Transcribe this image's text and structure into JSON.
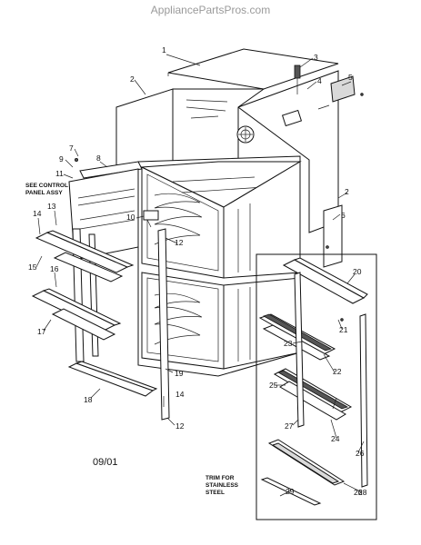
{
  "watermark": "AppliancePartsPros.com",
  "date_code": "09/01",
  "notes": {
    "control_panel": [
      "SEE CONTROL",
      "PANEL ASSY"
    ],
    "trim": [
      "TRIM FOR",
      "STAINLESS",
      "STEEL"
    ]
  },
  "callouts": [
    "1",
    "2",
    "2",
    "3",
    "4",
    "5",
    "6",
    "7",
    "8",
    "9",
    "10",
    "11",
    "12",
    "12",
    "13",
    "14",
    "14",
    "15",
    "16",
    "17",
    "18",
    "19",
    "20",
    "21",
    "22",
    "23",
    "24",
    "25",
    "26",
    "26",
    "27",
    "28",
    "29"
  ]
}
